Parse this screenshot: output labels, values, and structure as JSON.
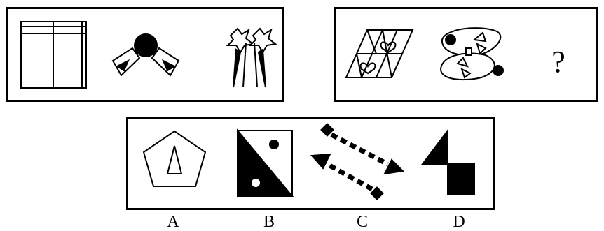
{
  "question_mark": "?",
  "options": [
    {
      "letter": "A",
      "icon": "pentagon-with-triangle"
    },
    {
      "letter": "B",
      "icon": "square-split-diagonally-with-dots"
    },
    {
      "letter": "C",
      "icon": "two-dotted-arrows"
    },
    {
      "letter": "D",
      "icon": "triangle-and-square"
    }
  ],
  "colors": {
    "ink": "#000000",
    "paper": "#ffffff"
  }
}
